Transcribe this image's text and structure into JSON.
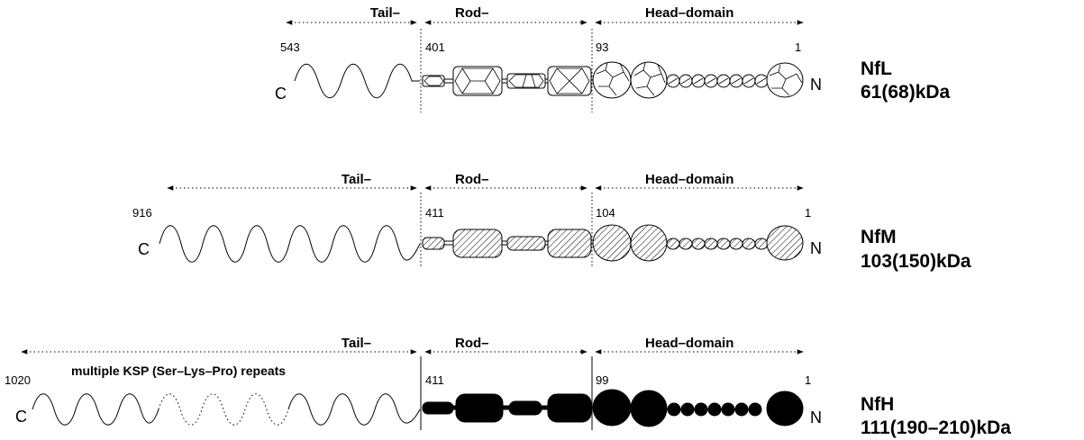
{
  "domain_labels": {
    "tail": "Tail–",
    "rod": "Rod–",
    "head": "Head–domain"
  },
  "terminals": {
    "c": "C",
    "n": "N"
  },
  "proteins": [
    {
      "name": "NfL",
      "mass": "61(68)kDa",
      "positions": {
        "tail_start": "543",
        "rod_start": "401",
        "head_start": "93",
        "head_end": "1"
      },
      "fill": "outline",
      "note": ""
    },
    {
      "name": "NfM",
      "mass": "103(150)kDa",
      "positions": {
        "tail_start": "916",
        "rod_start": "411",
        "head_start": "104",
        "head_end": "1"
      },
      "fill": "hatched",
      "note": ""
    },
    {
      "name": "NfH",
      "mass": "111(190–210)kDa",
      "positions": {
        "tail_start": "1020",
        "rod_start": "411",
        "head_start": "99",
        "head_end": "1"
      },
      "fill": "solid",
      "note": "multiple KSP (Ser–Lys–Pro) repeats"
    }
  ]
}
